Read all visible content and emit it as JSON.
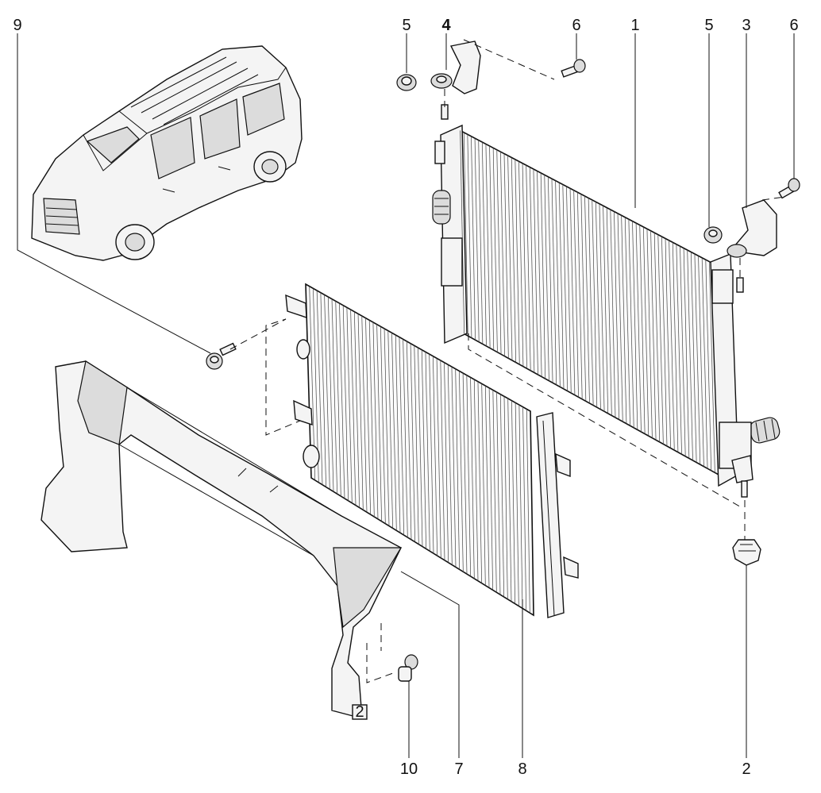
{
  "diagram": {
    "callouts": [
      {
        "id": "9",
        "label": "9"
      },
      {
        "id": "5a",
        "label": "5"
      },
      {
        "id": "4",
        "label": "4"
      },
      {
        "id": "6a",
        "label": "6"
      },
      {
        "id": "1",
        "label": "1"
      },
      {
        "id": "5b",
        "label": "5"
      },
      {
        "id": "3",
        "label": "3"
      },
      {
        "id": "6b",
        "label": "6"
      },
      {
        "id": "10",
        "label": "10"
      },
      {
        "id": "7",
        "label": "7"
      },
      {
        "id": "8",
        "label": "8"
      },
      {
        "id": "2",
        "label": "2"
      }
    ],
    "bracket_mark": "2"
  }
}
